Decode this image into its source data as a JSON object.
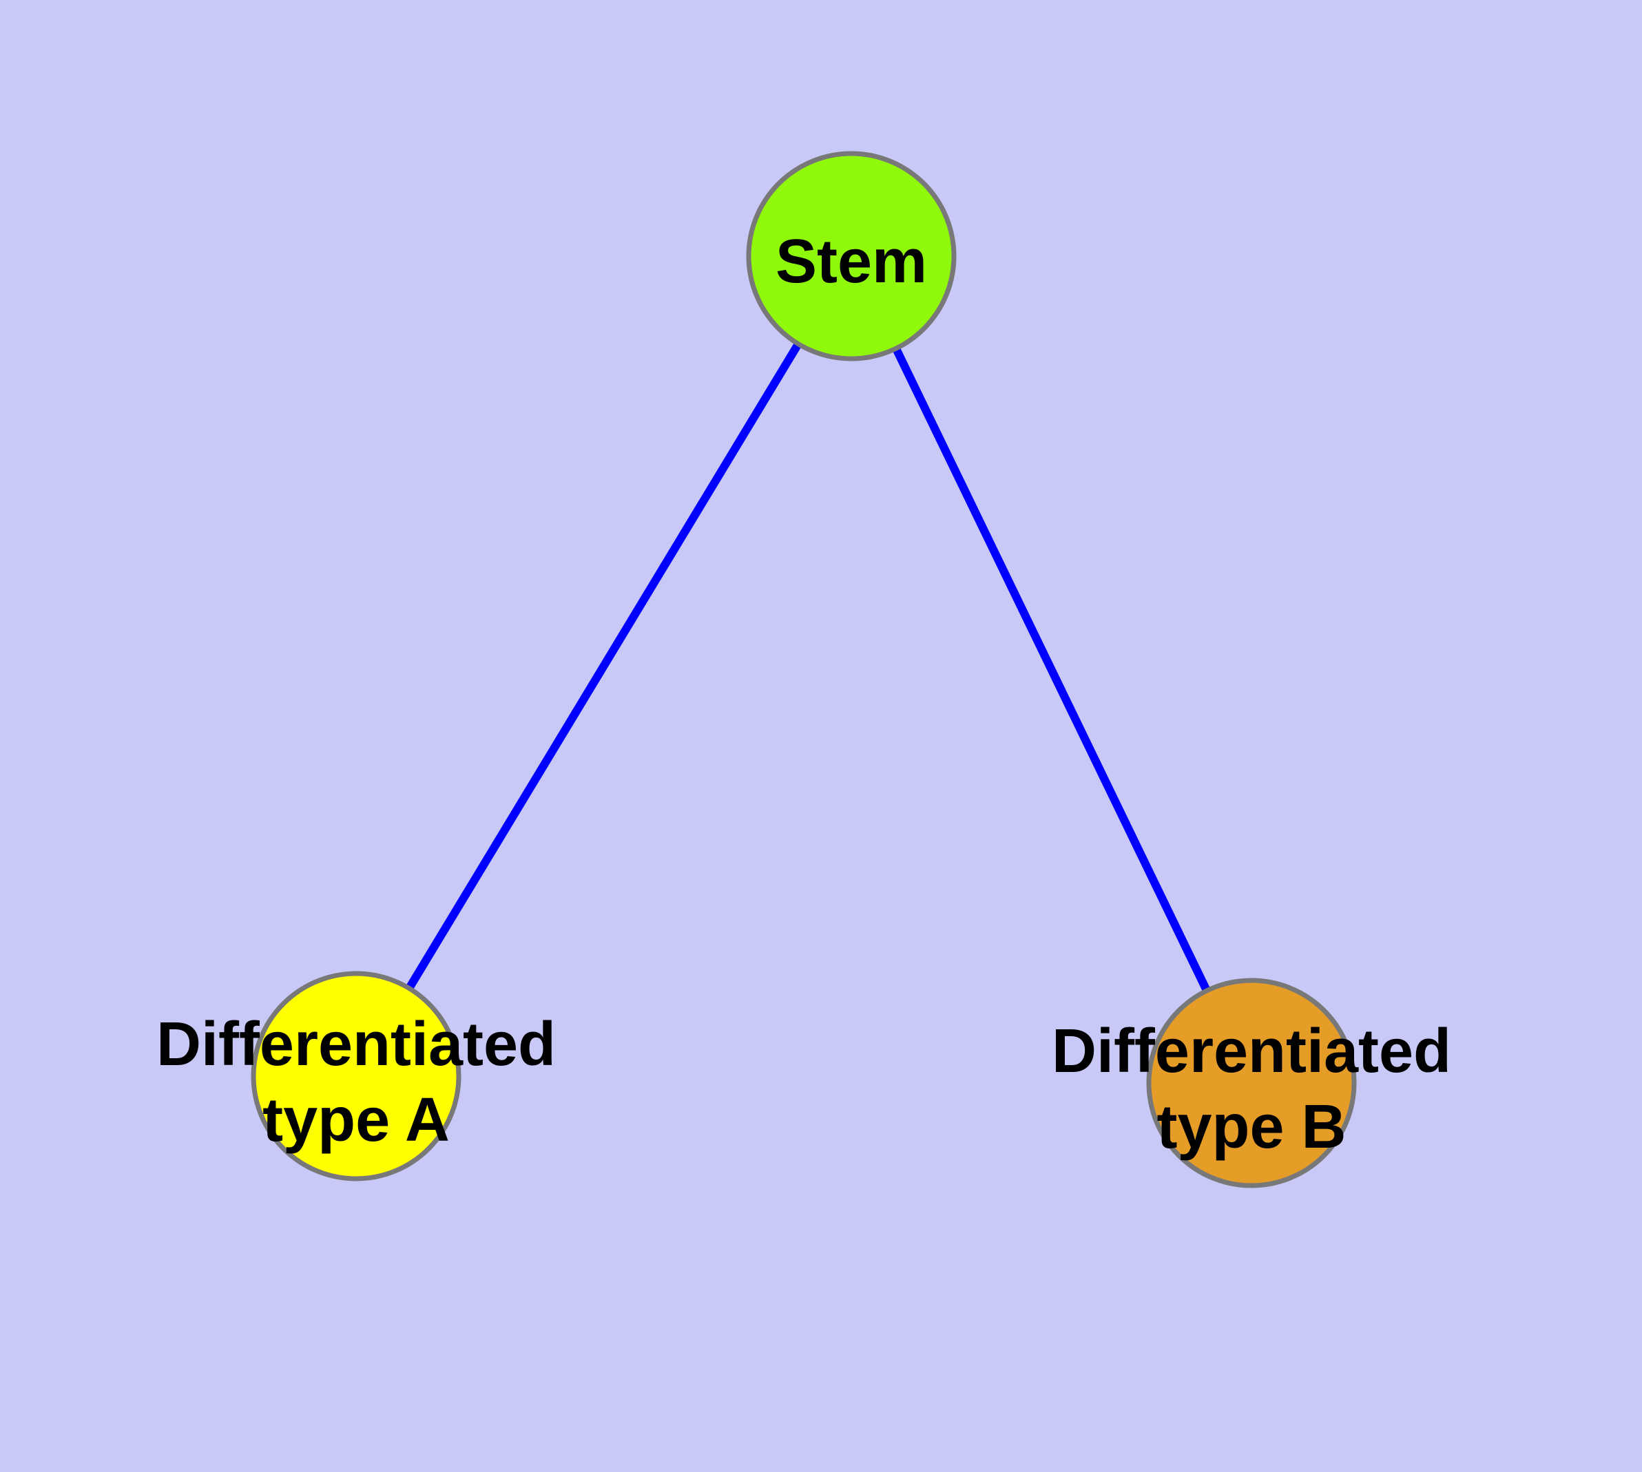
{
  "colors": {
    "background": "#C9C9F8",
    "edge": "#0000FF",
    "node_border": "#787878",
    "label_text": "#000000",
    "stem_fill": "#90F80A",
    "type_a_fill": "#FFFF00",
    "type_b_fill": "#E59D28"
  },
  "nodes": {
    "stem": {
      "label": "Stem",
      "fill": "#90F80A"
    },
    "diff_a": {
      "label_line1": "Differentiated",
      "label_line2": "type A",
      "fill": "#FFFF00"
    },
    "diff_b": {
      "label_line1": "Differentiated",
      "label_line2": "type B",
      "fill": "#E59D28"
    }
  },
  "edges": [
    {
      "from": "Stem",
      "to": "Differentiated type A"
    },
    {
      "from": "Stem",
      "to": "Differentiated type B"
    }
  ]
}
